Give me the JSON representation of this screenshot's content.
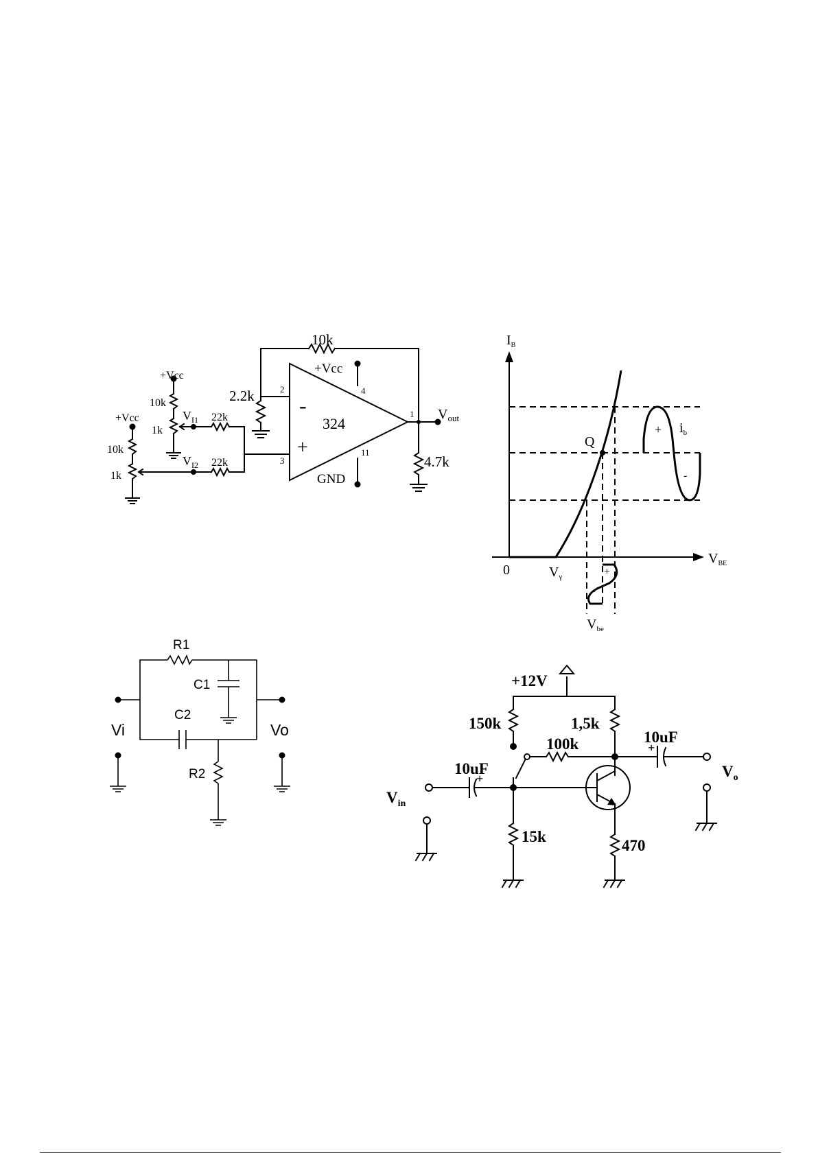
{
  "opamp_circuit": {
    "r_feedback": "10k",
    "vcc_top": "+Vcc",
    "r_inverting": "2.2k",
    "pin2": "2",
    "pin3": "3",
    "pin4": "4",
    "pin11": "11",
    "pin1": "1",
    "minus": "-",
    "plus": "+",
    "chip": "324",
    "gnd": "GND",
    "vout_main": "V",
    "vout_sub": "out",
    "r_load": "4.7k",
    "vcc_upper": "+Vcc",
    "vcc_lower": "+Vcc",
    "r_upper_10k": "10k",
    "r_lower_10k": "10k",
    "pot_upper_1k": "1k",
    "pot_lower_1k": "1k",
    "vi1_main": "V",
    "vi1_sub": "I1",
    "vi2_main": "V",
    "vi2_sub": "I2",
    "r_in1": "22k",
    "r_in2": "22k"
  },
  "transfer_graph": {
    "y_axis_main": "I",
    "y_axis_sub": "B",
    "x_axis_main": "V",
    "x_axis_sub": "BE",
    "origin": "0",
    "vgamma_main": "V",
    "vgamma_sub": "γ",
    "q_point": "Q",
    "ib_main": "i",
    "ib_sub": "b",
    "ib_plus": "+",
    "ib_minus": "-",
    "vbe_main": "V",
    "vbe_sub": "be",
    "vbe_plus": "+",
    "vbe_minus": "-"
  },
  "rc_network": {
    "r1": "R1",
    "c1": "C1",
    "c2": "C2",
    "r2": "R2",
    "vi": "Vi",
    "vo": "Vo"
  },
  "bjt_amplifier": {
    "supply": "+12V",
    "r_150k": "150k",
    "r_1_5k": "1,5k",
    "r_100k": "100k",
    "c_out": "10uF",
    "c_in": "10uF",
    "vo_main": "V",
    "vo_sub": "o",
    "vin_main": "V",
    "vin_sub": "in",
    "r_15k": "15k",
    "r_470": "470"
  }
}
